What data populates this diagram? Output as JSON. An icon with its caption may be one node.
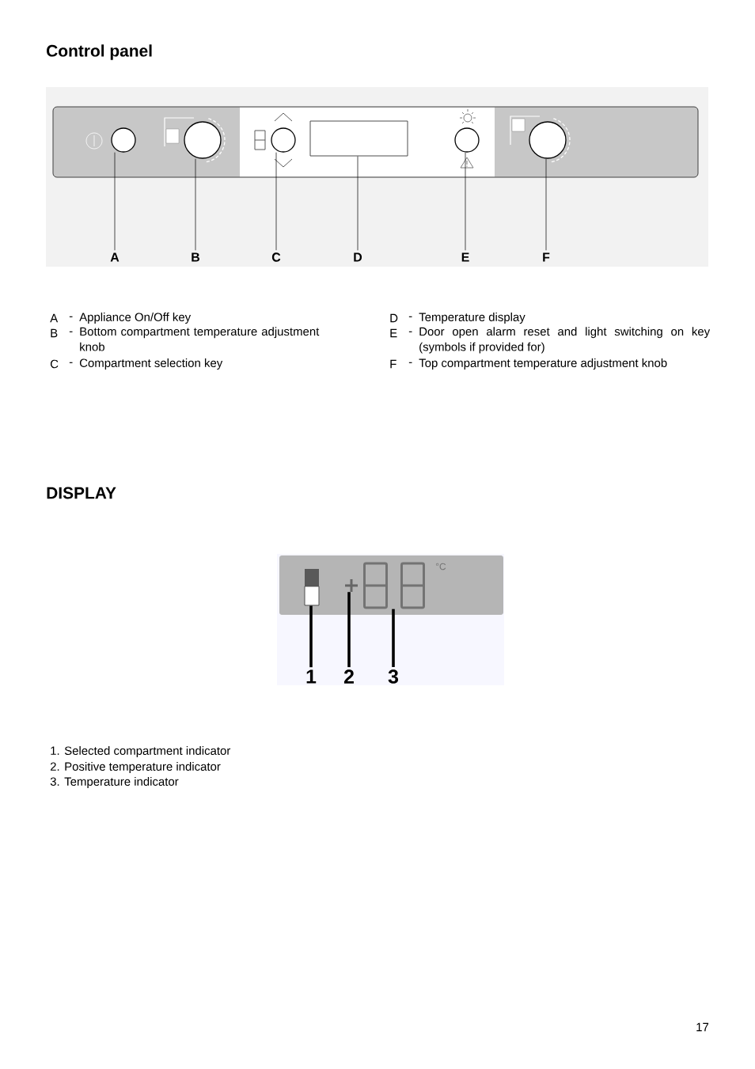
{
  "diagram": {
    "title": "Control panel",
    "nodes": [
      {
        "text": [
          "A"
        ]
      },
      {
        "text": [
          "B"
        ]
      },
      {
        "text": [
          "C"
        ]
      },
      {
        "text": [
          "D"
        ]
      },
      {
        "text": [
          "E"
        ]
      },
      {
        "text": [
          "F"
        ]
      },
      {
        "text": [],
        "shape": "circle"
      },
      {
        "text": [],
        "shape": "circle"
      },
      {
        "text": [],
        "shape": "circle"
      },
      {
        "text": [],
        "shape": "box"
      },
      {
        "text": [],
        "shape": "circle"
      },
      {
        "text": [],
        "shape": "circle"
      },
      {
        "text": [
          "1"
        ]
      },
      {
        "text": [
          "2"
        ]
      },
      {
        "text": [
          "3"
        ]
      },
      {
        "text": [],
        "shape": "box"
      },
      {
        "text": [],
        "shape": "cross"
      },
      {
        "text": [],
        "shape": "digits"
      }
    ],
    "edges": [
      {
        "from": 0,
        "to": 6,
        "arrow": "none"
      },
      {
        "from": 1,
        "to": 7,
        "arrow": "none"
      },
      {
        "from": 2,
        "to": 8,
        "arrow": "none"
      },
      {
        "from": 3,
        "to": 9,
        "arrow": "none"
      },
      {
        "from": 4,
        "to": 10,
        "arrow": "none"
      },
      {
        "from": 5,
        "to": 11,
        "arrow": "none"
      },
      {
        "from": 12,
        "to": 15,
        "arrow": "none",
        "style": "thick"
      },
      {
        "from": 13,
        "to": 16,
        "arrow": "none",
        "style": "thick"
      },
      {
        "from": 14,
        "to": 17,
        "arrow": "none",
        "style": "thick"
      }
    ],
    "labels": [
      "A",
      "-",
      "Appliance On/Off key",
      "B",
      "-",
      "Bottom compartment temperature adjustment knob",
      "C",
      "-",
      "Compartment selection key",
      "D",
      "-",
      "Temperature display",
      "E",
      "-",
      "Door open alarm reset and light switching on key (symbols if provided for)",
      "F",
      "-",
      "Top compartment temperature adjustment knob",
      "DISPLAY",
      "°C",
      "1. Selected compartment indicator",
      "2. Positive temperature indicator",
      "3. Temperature indicator",
      "17"
    ]
  }
}
